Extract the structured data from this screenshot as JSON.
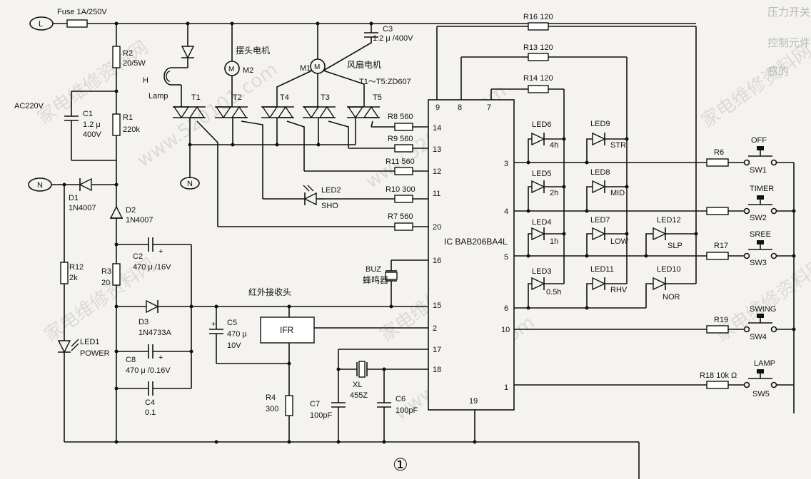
{
  "watermark": {
    "text1": "家电维修资料网",
    "text2": "www.520101.com"
  },
  "figure_number": "①",
  "top_right_text": [
    "压力开关",
    "控制元件",
    "感的"
  ],
  "labels": {
    "L": "L",
    "N": "N",
    "N2": "N",
    "fuse": "Fuse  1A/250V",
    "ac": "AC220V",
    "r2": "R2",
    "r2v": "20/5W",
    "c1": "C1",
    "c1v": "1.2 μ",
    "c1v2": "400V",
    "r1": "R1",
    "r1v": "220k",
    "d1": "D1",
    "d1v": "1N4007",
    "d2": "D2",
    "d2v": "1N4007",
    "c2": "C2",
    "c2v": "470 μ /16V",
    "r3": "R3",
    "r3v": "20",
    "r12": "R12",
    "r12v": "2k",
    "d3": "D3",
    "d3v": "1N4733A",
    "c8": "C8",
    "c8v": "470 μ /0.16V",
    "c4": "C4",
    "c4v": "0.1",
    "led1": "LED1",
    "led1v": "POWER",
    "c5": "C5",
    "c5v": "470 μ",
    "c5v2": "10V",
    "ifr": "IFR",
    "ir": "红外接收头",
    "r4": "R4",
    "r4v": "300",
    "c7": "C7",
    "c7v": "100pF",
    "xl": "XL",
    "xlv": "455Z",
    "c6": "C6",
    "c6v": "100pF",
    "h": "H",
    "lamp": "Lamp",
    "t1": "T1",
    "t2": "T2",
    "t3": "T3",
    "t4": "T4",
    "t5": "T5",
    "m2": "M2",
    "m1": "M1",
    "swing": "摆头电机",
    "fan": "风扇电机",
    "c3": "C3",
    "c3v": "1.2 μ /400V",
    "triac": "T1～T5:ZD607",
    "r8": "R8  560",
    "r9": "R9  560",
    "r11": "R11  560",
    "r10": "R10  300",
    "r7": "R7  560",
    "led2": "LED2",
    "led2v": "SHO",
    "buz": "BUZ",
    "buzc": "蜂鸣器",
    "ic": "IC  BAB206BA4L",
    "r16": "R16  120",
    "r13": "R13  120",
    "r14": "R14  120",
    "led6": "LED6",
    "led6v": "4h",
    "led5": "LED5",
    "led5v": "2h",
    "led4": "LED4",
    "led4v": "1h",
    "led3": "LED3",
    "led3v": "0.5h",
    "led9": "LED9",
    "led9v": "STR",
    "led8": "LED8",
    "led8v": "MID",
    "led7": "LED7",
    "led7v": "LOW",
    "led11": "LED11",
    "led11v": "RHV",
    "led12": "LED12",
    "led12v": "SLP",
    "led10": "LED10",
    "led10v": "NOR",
    "r6": "R6",
    "r17": "R17",
    "r19": "R19",
    "r18": "R18  10k Ω",
    "off": "OFF",
    "sw1": "SW1",
    "timer": "TIMER",
    "sw2": "SW2",
    "sree": "SREE",
    "sw3": "SW3",
    "swing_k": "SWING",
    "sw4": "SW4",
    "lampk": "LAMP",
    "sw5": "SW5"
  },
  "pins": {
    "p9": "9",
    "p8": "8",
    "p7": "7",
    "p14": "14",
    "p13": "13",
    "p12": "12",
    "p11": "11",
    "p20": "20",
    "p16": "16",
    "p15": "15",
    "p2": "2",
    "p17": "17",
    "p18": "18",
    "p19": "19",
    "p3": "3",
    "p4": "4",
    "p5": "5",
    "p6": "6",
    "p10": "10",
    "p1": "1"
  }
}
